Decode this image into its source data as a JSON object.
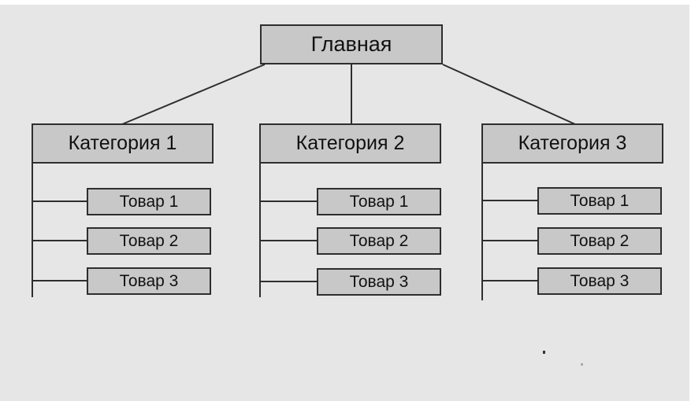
{
  "root": {
    "label": "Главная"
  },
  "categories": [
    {
      "label": "Категория 1",
      "items": [
        "Товар 1",
        "Товар 2",
        "Товар 3"
      ]
    },
    {
      "label": "Категория 2",
      "items": [
        "Товар 1",
        "Товар 2",
        "Товар 3"
      ]
    },
    {
      "label": "Категория 3",
      "items": [
        "Товар 1",
        "Товар 2",
        "Товар 3"
      ]
    }
  ],
  "colors": {
    "background": "#e6e6e6",
    "box_fill": "#c8c8c8",
    "line": "#2e2e2e"
  }
}
